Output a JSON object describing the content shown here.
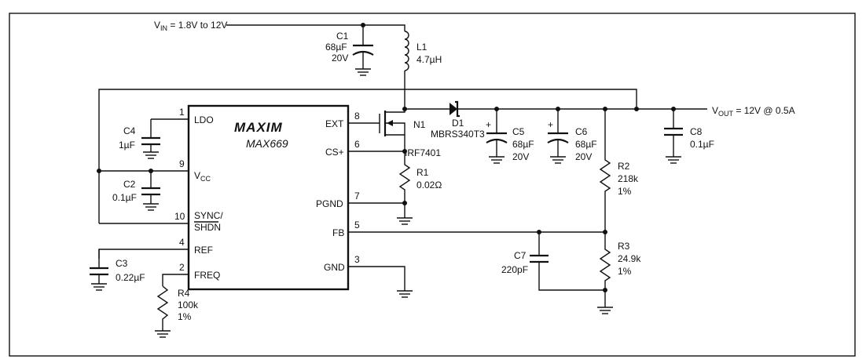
{
  "vin": {
    "main": "V",
    "sub": "IN",
    "rest": " = 1.8V to 12V"
  },
  "vout": {
    "main": "V",
    "sub": "OUT",
    "rest": " = 12V @ 0.5A"
  },
  "ic": {
    "logo": "MAXIM",
    "name": "MAX669",
    "pins": {
      "ldo": {
        "num": "1",
        "label": "LDO"
      },
      "vcc": {
        "num": "9",
        "main": "V",
        "sub": "CC"
      },
      "sync": {
        "num": "10",
        "line1": "SYNC/",
        "line2": "SHDN"
      },
      "ref": {
        "num": "4",
        "label": "REF"
      },
      "freq": {
        "num": "2",
        "label": "FREQ"
      },
      "ext": {
        "num": "8",
        "label": "EXT"
      },
      "csp": {
        "num": "6",
        "label": "CS+"
      },
      "pgnd": {
        "num": "7",
        "label": "PGND"
      },
      "fb": {
        "num": "5",
        "label": "FB"
      },
      "gnd": {
        "num": "3",
        "label": "GND"
      }
    }
  },
  "components": {
    "c1": {
      "ref": "C1",
      "v1": "68µF",
      "v2": "20V"
    },
    "l1": {
      "ref": "L1",
      "v1": "4.7µH"
    },
    "c4": {
      "ref": "C4",
      "v1": "1µF"
    },
    "c2": {
      "ref": "C2",
      "v1": "0.1µF"
    },
    "c3": {
      "ref": "C3",
      "v1": "0.22µF"
    },
    "r4": {
      "ref": "R4",
      "v1": "100k",
      "v2": "1%"
    },
    "n1": {
      "ref": "N1",
      "v1": "IRF7401"
    },
    "r1": {
      "ref": "R1",
      "v1": "0.02Ω"
    },
    "d1": {
      "ref": "D1",
      "v1": "MBRS340T3"
    },
    "c5": {
      "ref": "C5",
      "v1": "68µF",
      "v2": "20V",
      "pol": "+"
    },
    "c6": {
      "ref": "C6",
      "v1": "68µF",
      "v2": "20V",
      "pol": "+"
    },
    "c8": {
      "ref": "C8",
      "v1": "0.1µF"
    },
    "r2": {
      "ref": "R2",
      "v1": "218k",
      "v2": "1%"
    },
    "r3": {
      "ref": "R3",
      "v1": "24.9k",
      "v2": "1%"
    },
    "c7": {
      "ref": "C7",
      "v1": "220pF"
    }
  }
}
